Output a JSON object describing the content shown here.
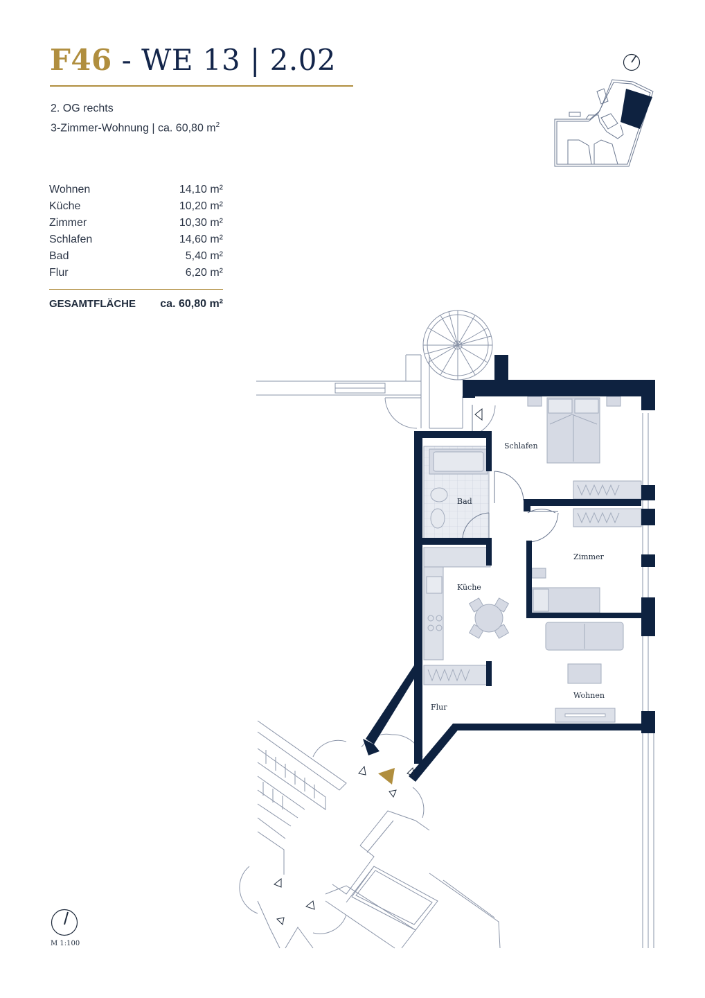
{
  "header": {
    "code": "F46",
    "rest": " - WE 13 | 2.02"
  },
  "subtitle": {
    "floor": "2. OG rechts",
    "type": "3-Zimmer-Wohnung | ca. 60,80 m",
    "unit_sup": "2"
  },
  "areas": [
    {
      "name": "Wohnen",
      "value": "14,10 m²"
    },
    {
      "name": "Küche",
      "value": "10,20 m²"
    },
    {
      "name": "Zimmer",
      "value": "10,30 m²"
    },
    {
      "name": "Schlafen",
      "value": "14,60 m²"
    },
    {
      "name": "Bad",
      "value": "5,40 m²"
    },
    {
      "name": "Flur",
      "value": "6,20 m²"
    }
  ],
  "total": {
    "label": "GESAMTFLÄCHE",
    "value": "ca. 60,80 m²"
  },
  "rooms": {
    "schlafen": "Schlafen",
    "bad": "Bad",
    "kueche": "Küche",
    "zimmer": "Zimmer",
    "wohnen": "Wohnen",
    "flur": "Flur"
  },
  "scale": "M 1:100",
  "colors": {
    "accent_gold": "#b08e3e",
    "wall_navy": "#0e2240",
    "furniture": "#d6dae4",
    "line": "#6b7890"
  },
  "icons": [
    "compass-icon",
    "entrance-marker-icon",
    "building-keyplan"
  ]
}
